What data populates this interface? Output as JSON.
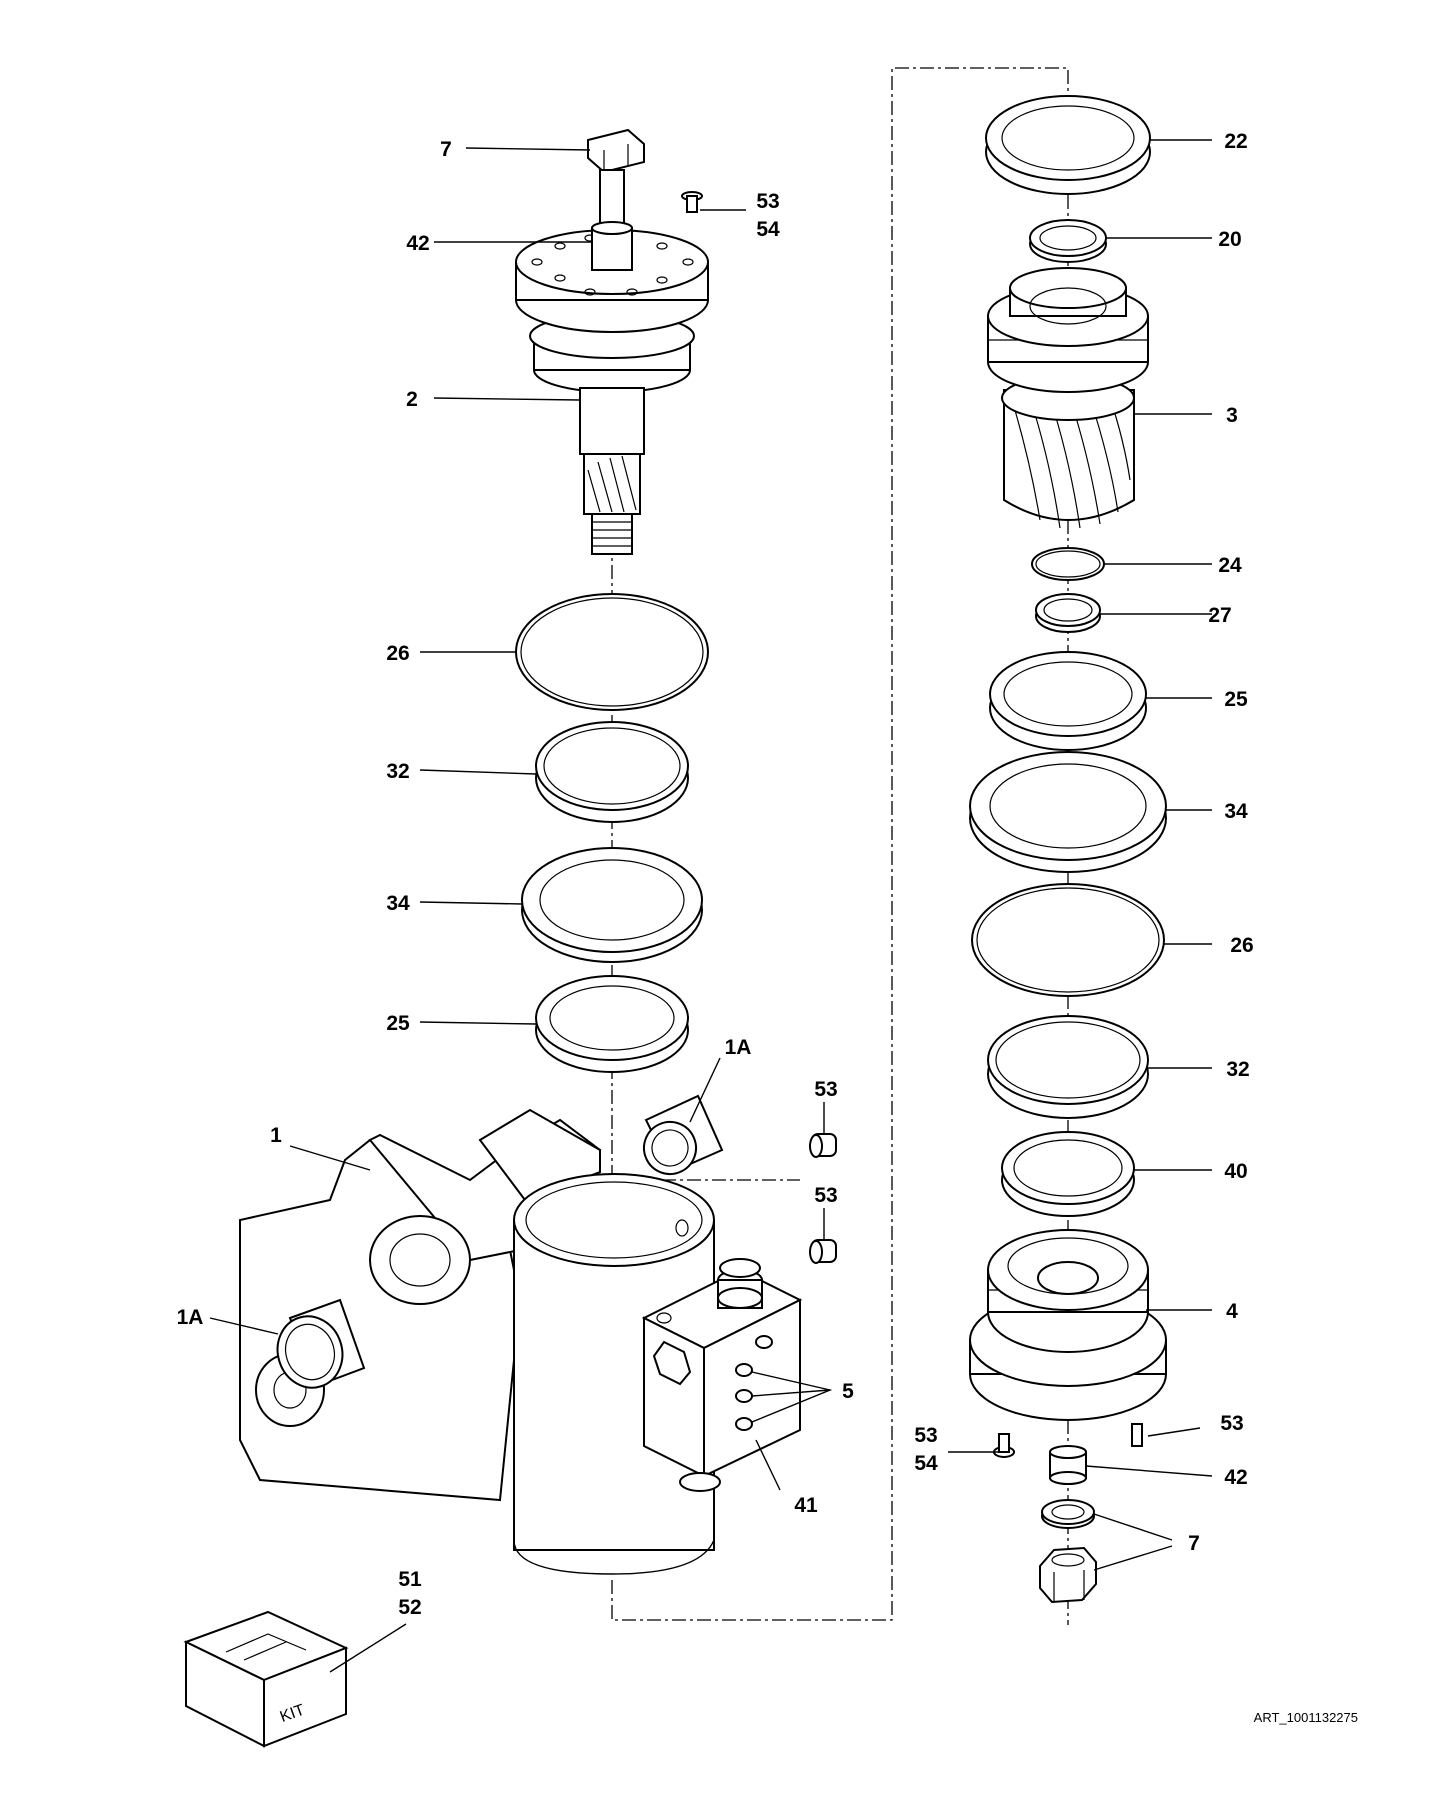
{
  "labels": {
    "l7_top": "7",
    "l53_top": "53",
    "l54_top": "54",
    "l42_top": "42",
    "l2": "2",
    "l26_left": "26",
    "l32_left": "32",
    "l34_left": "34",
    "l25_left": "25",
    "l1A_top": "1A",
    "l53_mid1": "53",
    "l1": "1",
    "l53_mid2": "53",
    "l1A_left": "1A",
    "l5": "5",
    "l41": "41",
    "l51": "51",
    "l52": "52",
    "l22": "22",
    "l20": "20",
    "l3": "3",
    "l24": "24",
    "l27": "27",
    "l25_right": "25",
    "l34_right": "34",
    "l26_right": "26",
    "l32_right": "32",
    "l40": "40",
    "l4": "4",
    "l53_bottom_left": "53",
    "l54_bottom_left": "54",
    "l53_bottom_right": "53",
    "l42_bottom": "42",
    "l7_bottom": "7"
  },
  "kit_text": "KIT",
  "art_number": "ART_1001132275"
}
